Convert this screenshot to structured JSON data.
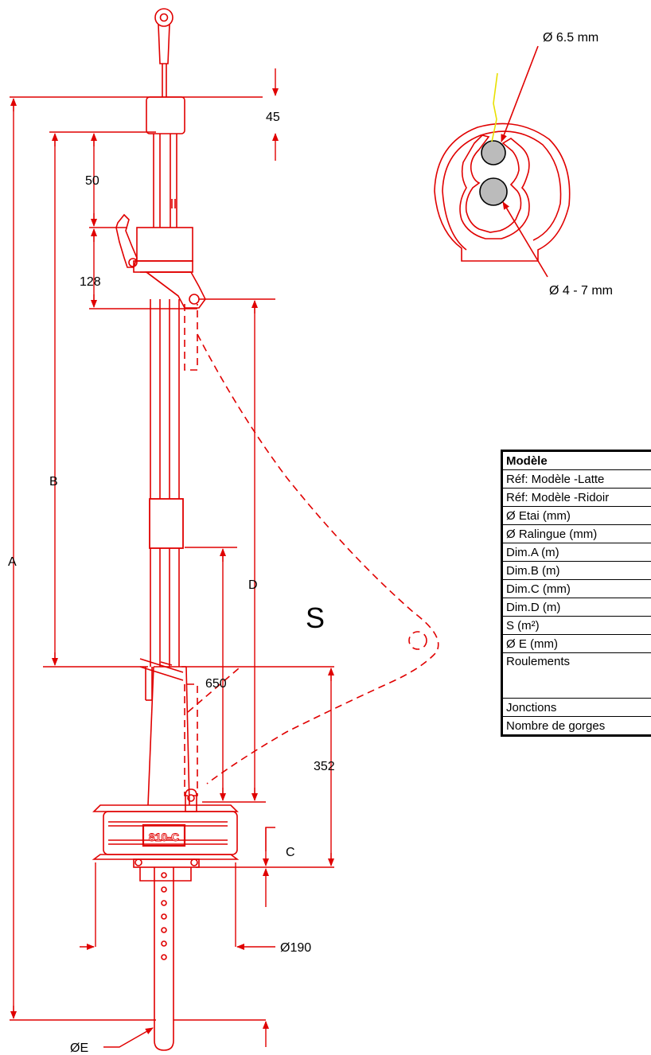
{
  "dimensions": {
    "top_h": "45",
    "d50": "50",
    "d128": "128",
    "d650": "650",
    "d352": "352",
    "dia190": "Ø190",
    "label_A": "A",
    "label_B": "B",
    "label_C": "C",
    "label_D": "D",
    "label_S": "S",
    "label_E": "ØE"
  },
  "section": {
    "stay_dia": "Ø 6.5 mm",
    "luff_dia": "Ø 4  -  7 mm"
  },
  "drum_label": "810-C",
  "table": {
    "header": "Modèle",
    "rows": [
      "Réf: Modèle -Latte",
      "Réf: Modèle -Ridoir",
      "Ø Etai (mm)",
      "Ø Ralingue (mm)",
      "Dim.A (m)",
      "Dim.B (m)",
      "Dim.C (mm)",
      "Dim.D (m)",
      "S  (m²)",
      "Ø E (mm)"
    ],
    "roulements": "Roulements",
    "rows_after": [
      "Jonctions",
      "Nombre de gorges"
    ]
  },
  "colors": {
    "drawing": "#e00000",
    "stay": "#e8e000",
    "text": "#000000"
  }
}
